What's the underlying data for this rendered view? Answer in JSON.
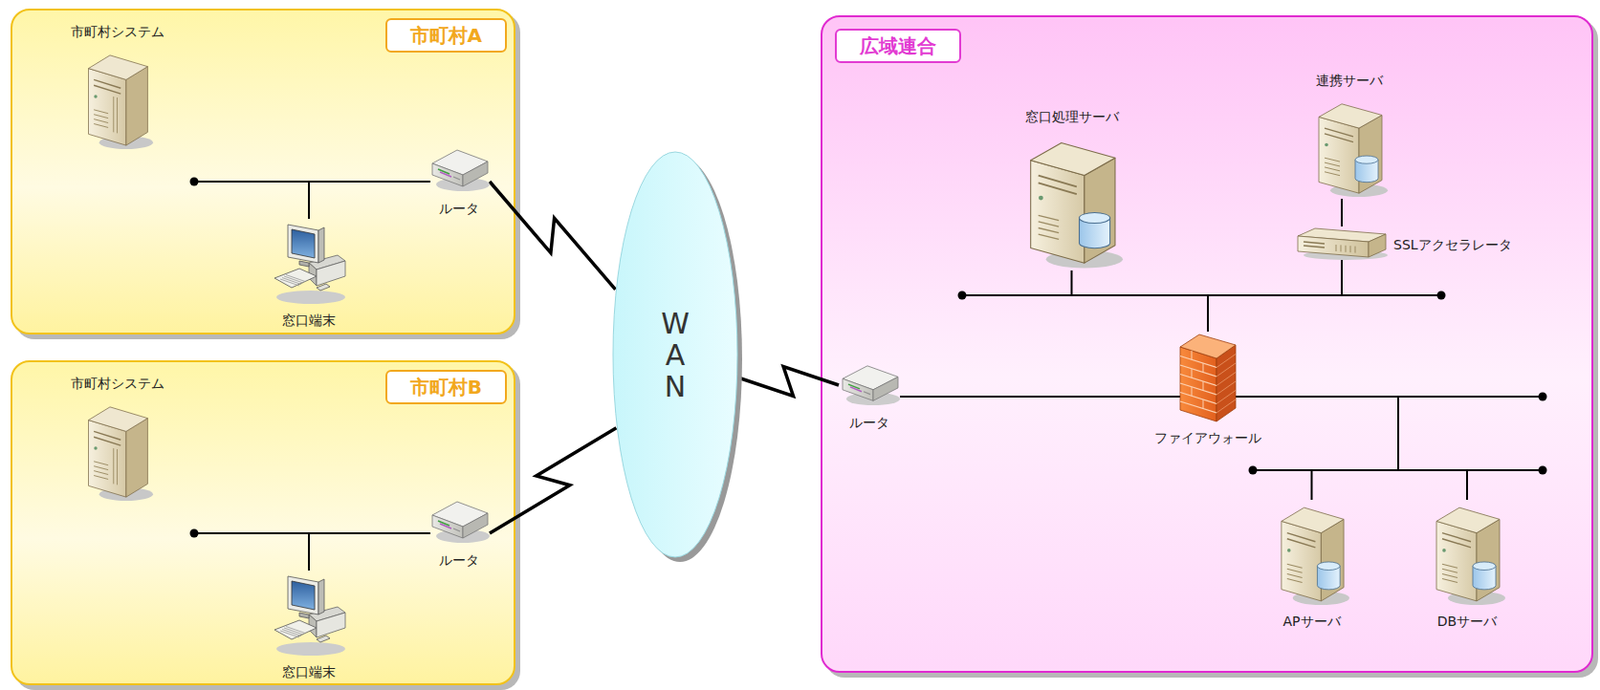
{
  "diagram": {
    "nodes": [
      {
        "text": [
          "市町村A"
        ]
      },
      {
        "text": [
          "市町村システム"
        ],
        "in": 0
      },
      {
        "text": [
          "ルータ"
        ],
        "in": 0
      },
      {
        "text": [
          "窓口端末"
        ],
        "in": 0
      },
      {
        "text": [
          "市町村B"
        ]
      },
      {
        "text": [
          "市町村システム"
        ],
        "in": 4
      },
      {
        "text": [
          "ルータ"
        ],
        "in": 4
      },
      {
        "text": [
          "窓口端末"
        ],
        "in": 4
      },
      {
        "text": [
          "WAN"
        ]
      },
      {
        "text": [
          "広域連合"
        ]
      },
      {
        "text": [
          "窓口処理サーバ"
        ],
        "in": 9
      },
      {
        "text": [
          "連携サーバ"
        ],
        "in": 9
      },
      {
        "text": [
          "SSLアクセラレータ"
        ],
        "in": 9
      },
      {
        "text": [
          "ルータ"
        ],
        "in": 9
      },
      {
        "text": [
          "ファイアウォール"
        ],
        "in": 9
      },
      {
        "text": [
          "APサーバ"
        ],
        "in": 9
      },
      {
        "text": [
          "DBサーバ"
        ],
        "in": 9
      }
    ],
    "edges": [
      {
        "from": 3,
        "to": 2,
        "arrow": "none"
      },
      {
        "from": 2,
        "to": 8,
        "arrow": "none"
      },
      {
        "from": 7,
        "to": 6,
        "arrow": "none"
      },
      {
        "from": 6,
        "to": 8,
        "arrow": "none"
      },
      {
        "from": 8,
        "to": 13,
        "arrow": "none"
      },
      {
        "from": 13,
        "to": 14,
        "arrow": "none"
      },
      {
        "from": 14,
        "to": 10,
        "arrow": "none"
      },
      {
        "from": 14,
        "to": 12,
        "arrow": "none"
      },
      {
        "from": 12,
        "to": 11,
        "arrow": "none"
      },
      {
        "from": 14,
        "to": 15,
        "arrow": "none"
      },
      {
        "from": 14,
        "to": 16,
        "arrow": "none"
      }
    ]
  }
}
